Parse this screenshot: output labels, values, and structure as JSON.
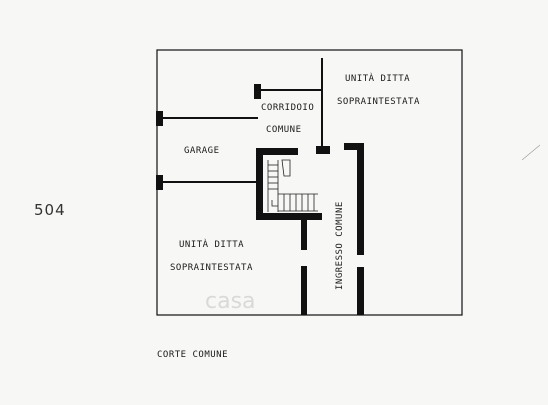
{
  "plan": {
    "sheet_number": "504",
    "labels": {
      "unita_top_line1": "UNITÀ DITTA",
      "unita_top_line2": "SOPRAINTESTATA",
      "corridoio_line1": "CORRIDOIO",
      "corridoio_line2": "COMUNE",
      "garage": "GARAGE",
      "unita_bottom_line1": "UNITÀ DITTA",
      "unita_bottom_line2": "SOPRAINTESTATA",
      "ingresso": "INGRESSO COMUNE",
      "corte": "CORTE COMUNE"
    },
    "watermark": "casa"
  }
}
